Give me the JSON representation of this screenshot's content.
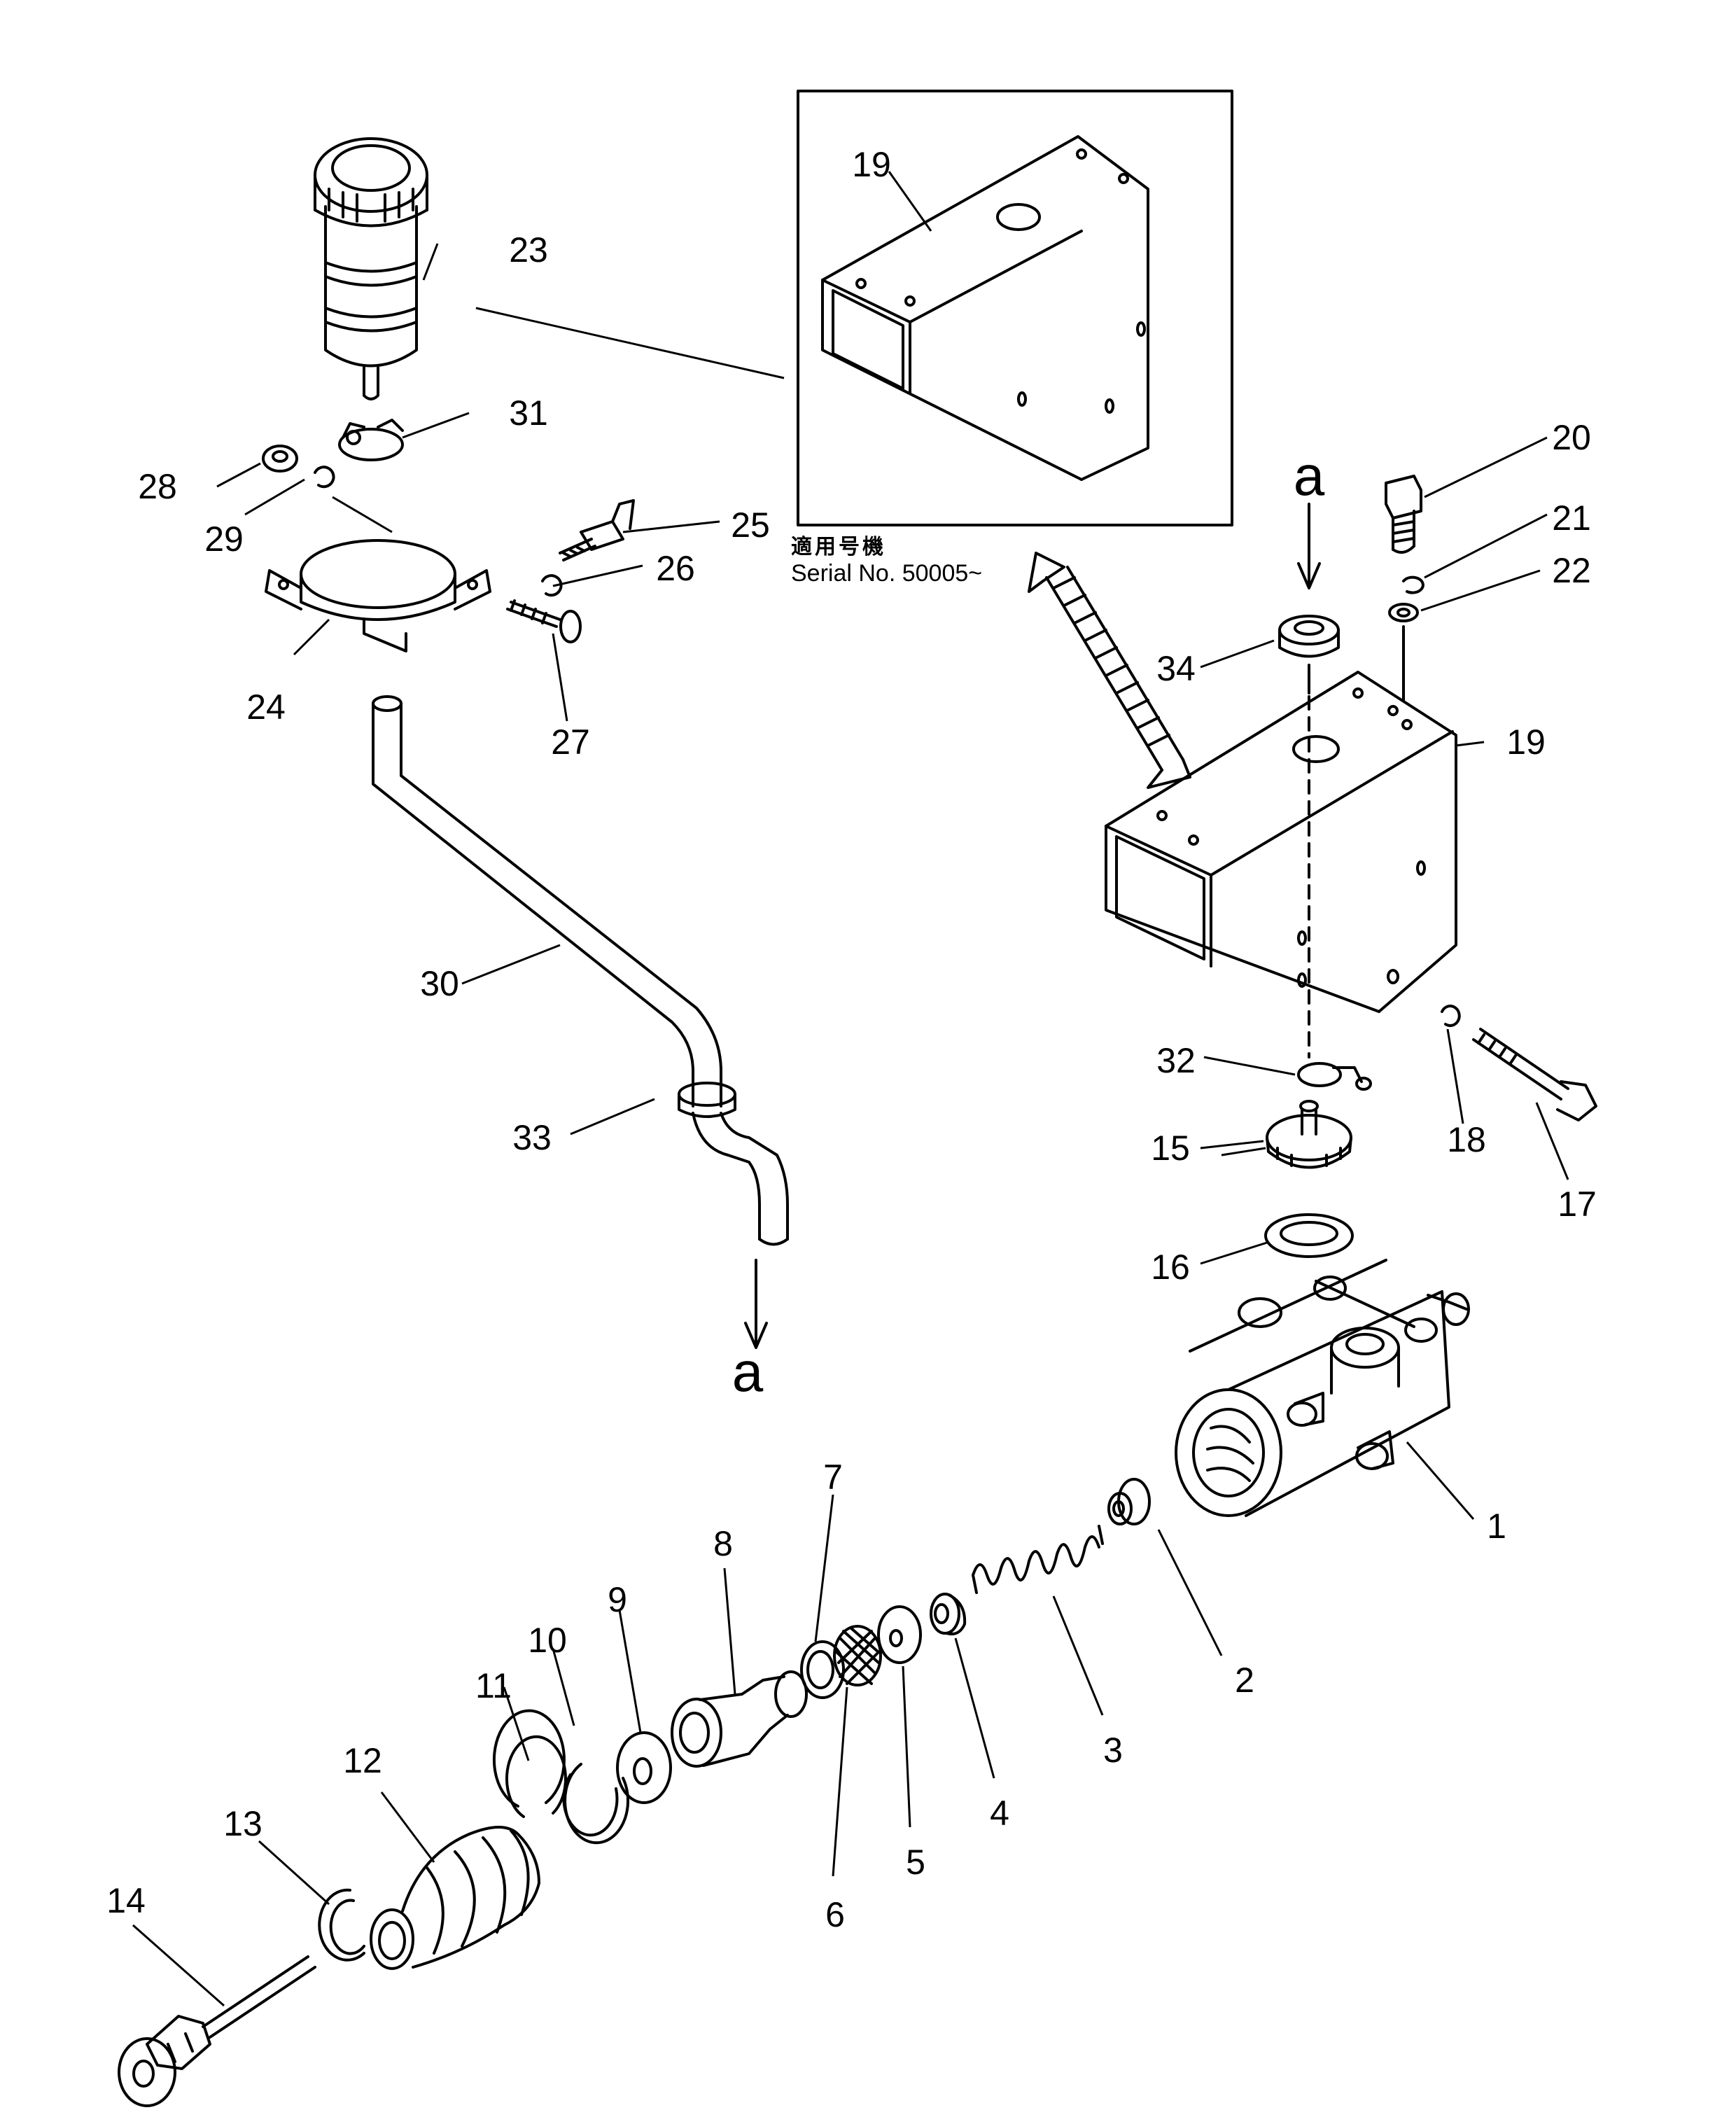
{
  "diagram": {
    "inset_note": {
      "line1": "適用号機",
      "line2": "Serial No. 50005~"
    },
    "flow_label_top": "a",
    "flow_label_bottom": "a",
    "parts": [
      {
        "n": "1"
      },
      {
        "n": "2"
      },
      {
        "n": "3"
      },
      {
        "n": "4"
      },
      {
        "n": "5"
      },
      {
        "n": "6"
      },
      {
        "n": "7"
      },
      {
        "n": "8"
      },
      {
        "n": "9"
      },
      {
        "n": "10"
      },
      {
        "n": "11"
      },
      {
        "n": "12"
      },
      {
        "n": "13"
      },
      {
        "n": "14"
      },
      {
        "n": "15"
      },
      {
        "n": "16"
      },
      {
        "n": "17"
      },
      {
        "n": "18"
      },
      {
        "n": "19"
      },
      {
        "n": "19"
      },
      {
        "n": "20"
      },
      {
        "n": "21"
      },
      {
        "n": "22"
      },
      {
        "n": "23"
      },
      {
        "n": "24"
      },
      {
        "n": "25"
      },
      {
        "n": "26"
      },
      {
        "n": "27"
      },
      {
        "n": "28"
      },
      {
        "n": "29"
      },
      {
        "n": "30"
      },
      {
        "n": "31"
      },
      {
        "n": "32"
      },
      {
        "n": "33"
      },
      {
        "n": "34"
      }
    ]
  }
}
